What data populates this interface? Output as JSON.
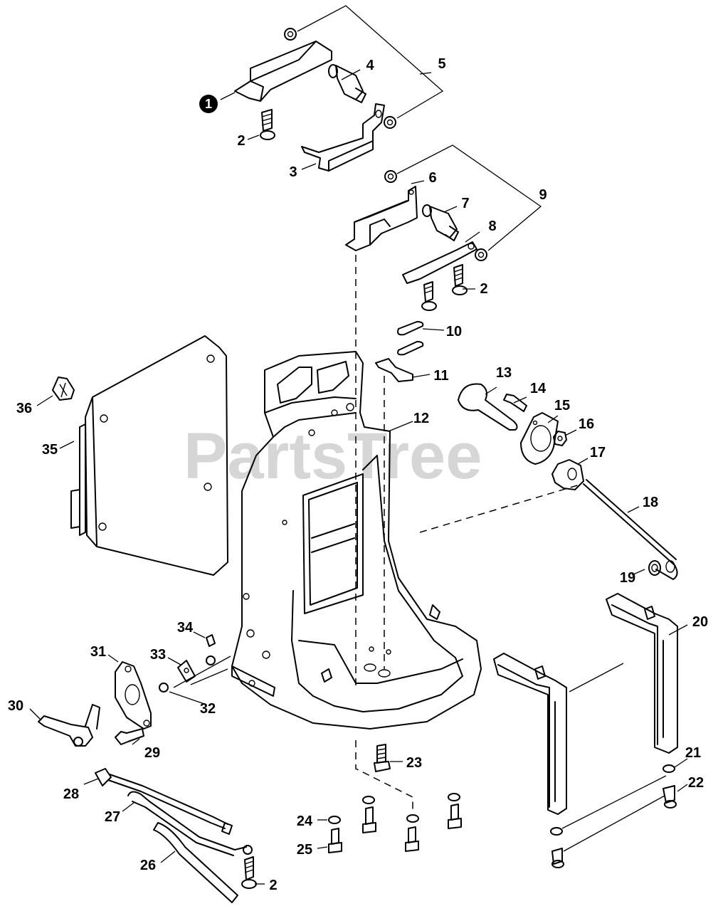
{
  "watermark": "PartsTree",
  "callouts": [
    {
      "id": "c1",
      "text": "1"
    },
    {
      "id": "c2a",
      "text": "2"
    },
    {
      "id": "c3",
      "text": "3"
    },
    {
      "id": "c4",
      "text": "4"
    },
    {
      "id": "c5",
      "text": "5"
    },
    {
      "id": "c6",
      "text": "6"
    },
    {
      "id": "c7",
      "text": "7"
    },
    {
      "id": "c8",
      "text": "8"
    },
    {
      "id": "c2b",
      "text": "2"
    },
    {
      "id": "c9",
      "text": "9"
    },
    {
      "id": "c10",
      "text": "10"
    },
    {
      "id": "c11",
      "text": "11"
    },
    {
      "id": "c12",
      "text": "12"
    },
    {
      "id": "c13",
      "text": "13"
    },
    {
      "id": "c14",
      "text": "14"
    },
    {
      "id": "c15",
      "text": "15"
    },
    {
      "id": "c16",
      "text": "16"
    },
    {
      "id": "c17",
      "text": "17"
    },
    {
      "id": "c18",
      "text": "18"
    },
    {
      "id": "c19",
      "text": "19"
    },
    {
      "id": "c20",
      "text": "20"
    },
    {
      "id": "c21",
      "text": "21"
    },
    {
      "id": "c22",
      "text": "22"
    },
    {
      "id": "c23",
      "text": "23"
    },
    {
      "id": "c24",
      "text": "24"
    },
    {
      "id": "c25",
      "text": "25"
    },
    {
      "id": "c26",
      "text": "26"
    },
    {
      "id": "c27",
      "text": "27"
    },
    {
      "id": "c28",
      "text": "28"
    },
    {
      "id": "c29",
      "text": "29"
    },
    {
      "id": "c30",
      "text": "30"
    },
    {
      "id": "c31",
      "text": "31"
    },
    {
      "id": "c32",
      "text": "32"
    },
    {
      "id": "c33",
      "text": "33"
    },
    {
      "id": "c34",
      "text": "34"
    },
    {
      "id": "c35",
      "text": "35"
    },
    {
      "id": "c36",
      "text": "36"
    },
    {
      "id": "c2c",
      "text": "2"
    }
  ]
}
